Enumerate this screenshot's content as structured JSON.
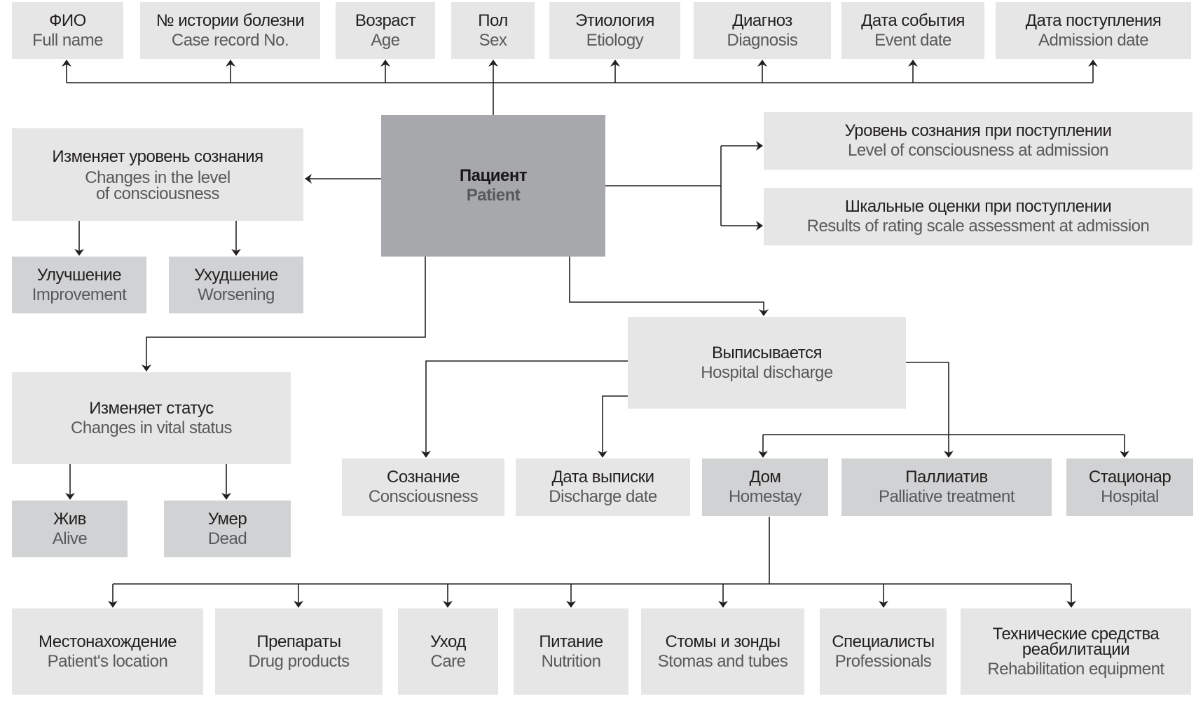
{
  "diagram": {
    "center": {
      "ru": "Пациент",
      "en": "Patient"
    },
    "attributes": [
      {
        "ru": "ФИО",
        "en": "Full name"
      },
      {
        "ru": "№ истории болезни",
        "en": "Case record No."
      },
      {
        "ru": "Возраст",
        "en": "Age"
      },
      {
        "ru": "Пол",
        "en": "Sex"
      },
      {
        "ru": "Этиология",
        "en": "Etiology"
      },
      {
        "ru": "Диагноз",
        "en": "Diagnosis"
      },
      {
        "ru": "Дата события",
        "en": "Event date"
      },
      {
        "ru": "Дата поступления",
        "en": "Admission date"
      }
    ],
    "admission": [
      {
        "ru": "Уровень сознания при поступлении",
        "en": "Level of consciousness at admission"
      },
      {
        "ru": "Шкальные оценки при поступлении",
        "en": "Results of rating scale assessment at admission"
      }
    ],
    "consciousness_change": {
      "ru": "Изменяет уровень сознания",
      "en_line1": "Changes in the level",
      "en_line2": "of consciousness",
      "children": [
        {
          "ru": "Улучшение",
          "en": "Improvement"
        },
        {
          "ru": "Ухудшение",
          "en": "Worsening"
        }
      ]
    },
    "vital_status": {
      "ru": "Изменяет статус",
      "en": "Changes in vital status",
      "children": [
        {
          "ru": "Жив",
          "en": "Alive"
        },
        {
          "ru": "Умер",
          "en": "Dead"
        }
      ]
    },
    "discharge": {
      "ru": "Выписывается",
      "en": "Hospital discharge",
      "children": [
        {
          "ru": "Сознание",
          "en": "Consciousness"
        },
        {
          "ru": "Дата выписки",
          "en": "Discharge date"
        },
        {
          "ru": "Дом",
          "en": "Homestay"
        },
        {
          "ru": "Паллиатив",
          "en": "Palliative treatment"
        },
        {
          "ru": "Стационар",
          "en": "Hospital"
        }
      ]
    },
    "homestay_details": [
      {
        "ru": "Местонахождение",
        "en": "Patient's location"
      },
      {
        "ru": "Препараты",
        "en": "Drug products"
      },
      {
        "ru": "Уход",
        "en": "Care"
      },
      {
        "ru": "Питание",
        "en": "Nutrition"
      },
      {
        "ru": "Стомы и зонды",
        "en": "Stomas and tubes"
      },
      {
        "ru": "Специалисты",
        "en": "Professionals"
      },
      {
        "ru": "Технические средства",
        "ru_line2": "реабилитации",
        "en": "Rehabilitation equipment"
      }
    ],
    "colors": {
      "light_box": "#e6e6e7",
      "medium_box": "#d1d2d3",
      "center_box": "#a7a8ab",
      "russian_text": "#231f20",
      "english_text": "#58595b",
      "connector": "#231f20"
    }
  }
}
